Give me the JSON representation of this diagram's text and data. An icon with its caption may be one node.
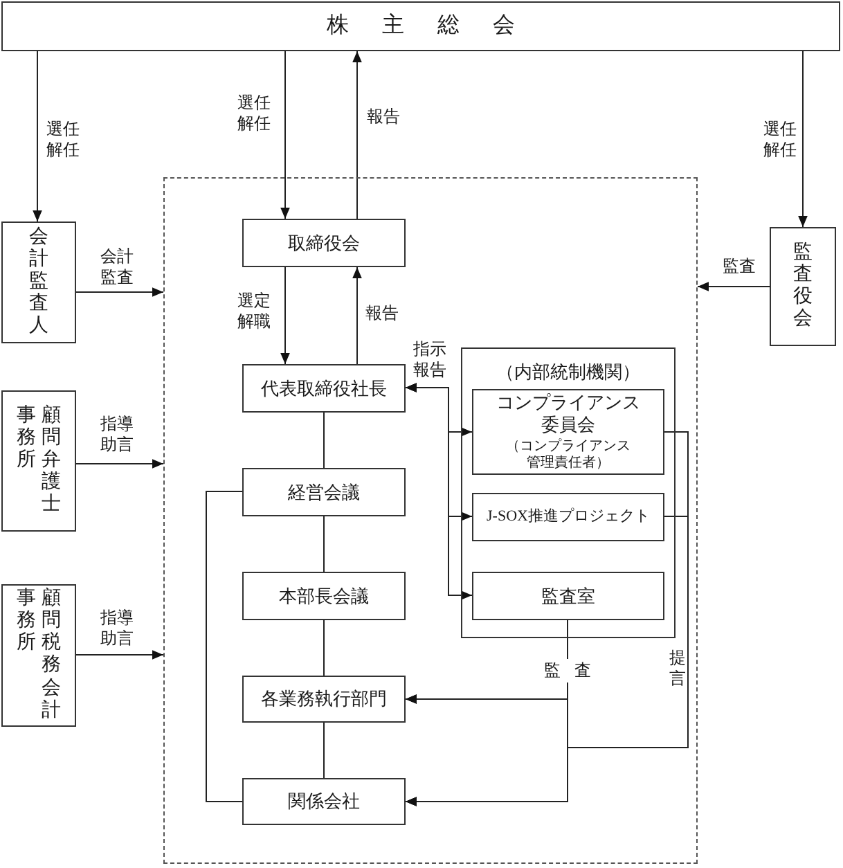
{
  "diagram": {
    "nodes": [
      {
        "text": [
          "株主総会"
        ]
      },
      {
        "text": [],
        "shape": "box"
      },
      {
        "text": [
          "会計監査人"
        ]
      },
      {
        "text": [
          "顧問弁護士事務所"
        ]
      },
      {
        "text": [
          "顧問税務会計事務所"
        ]
      },
      {
        "text": [
          "監査役会"
        ]
      },
      {
        "text": [
          "取締役会"
        ],
        "in": 1
      },
      {
        "text": [
          "代表取締役社長"
        ],
        "in": 1
      },
      {
        "text": [
          "経営会議"
        ],
        "in": 1
      },
      {
        "text": [
          "本部長会議"
        ],
        "in": 1
      },
      {
        "text": [
          "各業務執行部門"
        ],
        "in": 1
      },
      {
        "text": [
          "関係会社"
        ],
        "in": 1
      },
      {
        "text": [
          "（内部統制機関）"
        ],
        "in": 1
      },
      {
        "text": [
          "コンプライアンス委員会",
          "（コンプライアンス管理責任者）"
        ],
        "in": 12
      },
      {
        "text": [
          "J-SOX推進プロジェクト"
        ],
        "in": 12
      },
      {
        "text": [
          "監査室"
        ],
        "in": 12
      }
    ],
    "edges": [
      {
        "from": 0,
        "to": 2,
        "arrow": "to",
        "label": "選任解任"
      },
      {
        "from": 0,
        "to": 6,
        "arrow": "to",
        "label": "選任解任"
      },
      {
        "from": 6,
        "to": 0,
        "arrow": "to",
        "label": "報告"
      },
      {
        "from": 0,
        "to": 5,
        "arrow": "to",
        "label": "選任解任"
      },
      {
        "from": 2,
        "to": 1,
        "arrow": "to",
        "label": "会計監査"
      },
      {
        "from": 3,
        "to": 1,
        "arrow": "to",
        "label": "指導助言"
      },
      {
        "from": 4,
        "to": 1,
        "arrow": "to",
        "label": "指導助言"
      },
      {
        "from": 5,
        "to": 1,
        "arrow": "to",
        "label": "監査"
      },
      {
        "from": 6,
        "to": 7,
        "arrow": "to",
        "label": "選定解職"
      },
      {
        "from": 7,
        "to": 6,
        "arrow": "to",
        "label": "報告"
      },
      {
        "from": 7,
        "to": 8,
        "arrow": "none"
      },
      {
        "from": 8,
        "to": 9,
        "arrow": "none"
      },
      {
        "from": 9,
        "to": 10,
        "arrow": "none"
      },
      {
        "from": 10,
        "to": 11,
        "arrow": "none"
      },
      {
        "from": 8,
        "to": 11,
        "arrow": "none"
      },
      {
        "from": 7,
        "to": 13,
        "arrow": "both",
        "label": "指示報告"
      },
      {
        "from": 7,
        "to": 14,
        "arrow": "both"
      },
      {
        "from": 7,
        "to": 15,
        "arrow": "both"
      },
      {
        "from": 15,
        "to": 10,
        "arrow": "to",
        "label": "監査"
      },
      {
        "from": 15,
        "to": 11,
        "arrow": "to"
      },
      {
        "from": 13,
        "to": 10,
        "arrow": "to",
        "label": "提言"
      },
      {
        "from": 13,
        "to": 11,
        "arrow": "to"
      },
      {
        "from": 14,
        "to": 10,
        "arrow": "to"
      },
      {
        "from": 14,
        "to": 11,
        "arrow": "to"
      }
    ]
  }
}
